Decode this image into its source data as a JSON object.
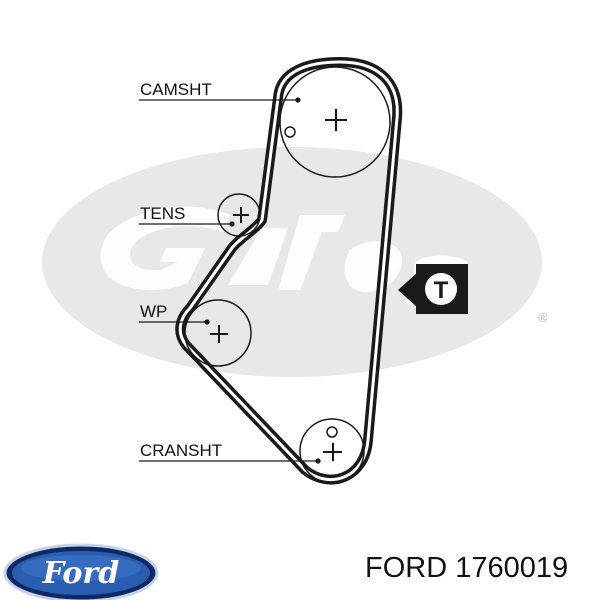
{
  "diagram": {
    "labels": {
      "camshaft": "CAMSHT",
      "tensioner": "TENS",
      "water_pump": "WP",
      "crankshaft": "CRANSHT"
    },
    "tension_marker": "T",
    "watermark": {
      "text": "Gates",
      "registered_symbol": "®",
      "color": "#e6e6e6"
    },
    "belt_color": "#1a1a1a"
  },
  "footer": {
    "brand_logo_text": "Ford",
    "part_number": "FORD 1760019",
    "logo_colors": {
      "outer": "#1c3f8c",
      "inner": "#2a5db0",
      "rim": "#c9d3e6"
    }
  }
}
